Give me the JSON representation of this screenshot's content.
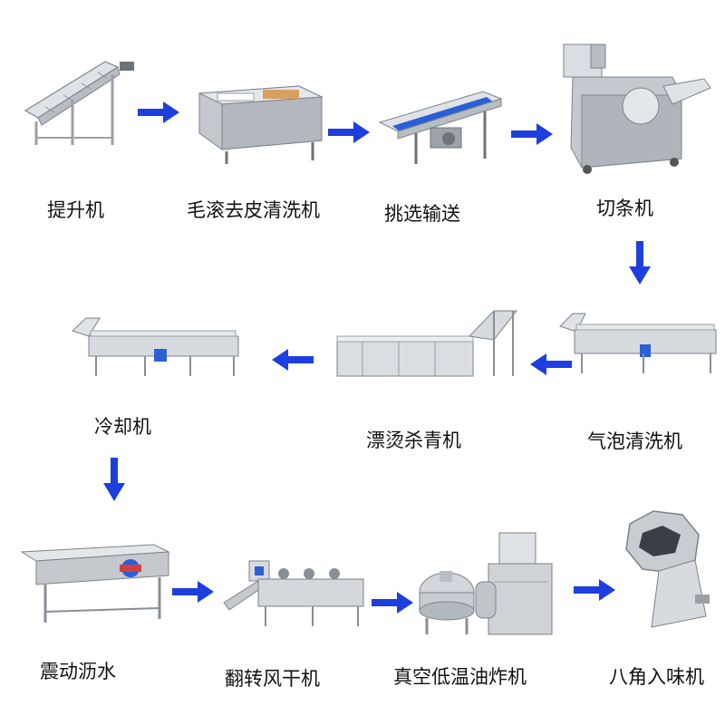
{
  "steps": [
    {
      "label": "提升机"
    },
    {
      "label": "毛滚去皮清洗机"
    },
    {
      "label": "挑选输送"
    },
    {
      "label": "切条机"
    },
    {
      "label": "气泡清洗机"
    },
    {
      "label": "漂烫杀青机"
    },
    {
      "label": "冷却机"
    },
    {
      "label": "震动沥水"
    },
    {
      "label": "翻转风干机"
    },
    {
      "label": "真空低温油炸机"
    },
    {
      "label": "八角入味机"
    }
  ],
  "colors": {
    "arrow": "#1d3fe0",
    "steel": "#c9ccd0",
    "steel_dark": "#8a8f96",
    "belt_blue": "#2a5fd8"
  }
}
